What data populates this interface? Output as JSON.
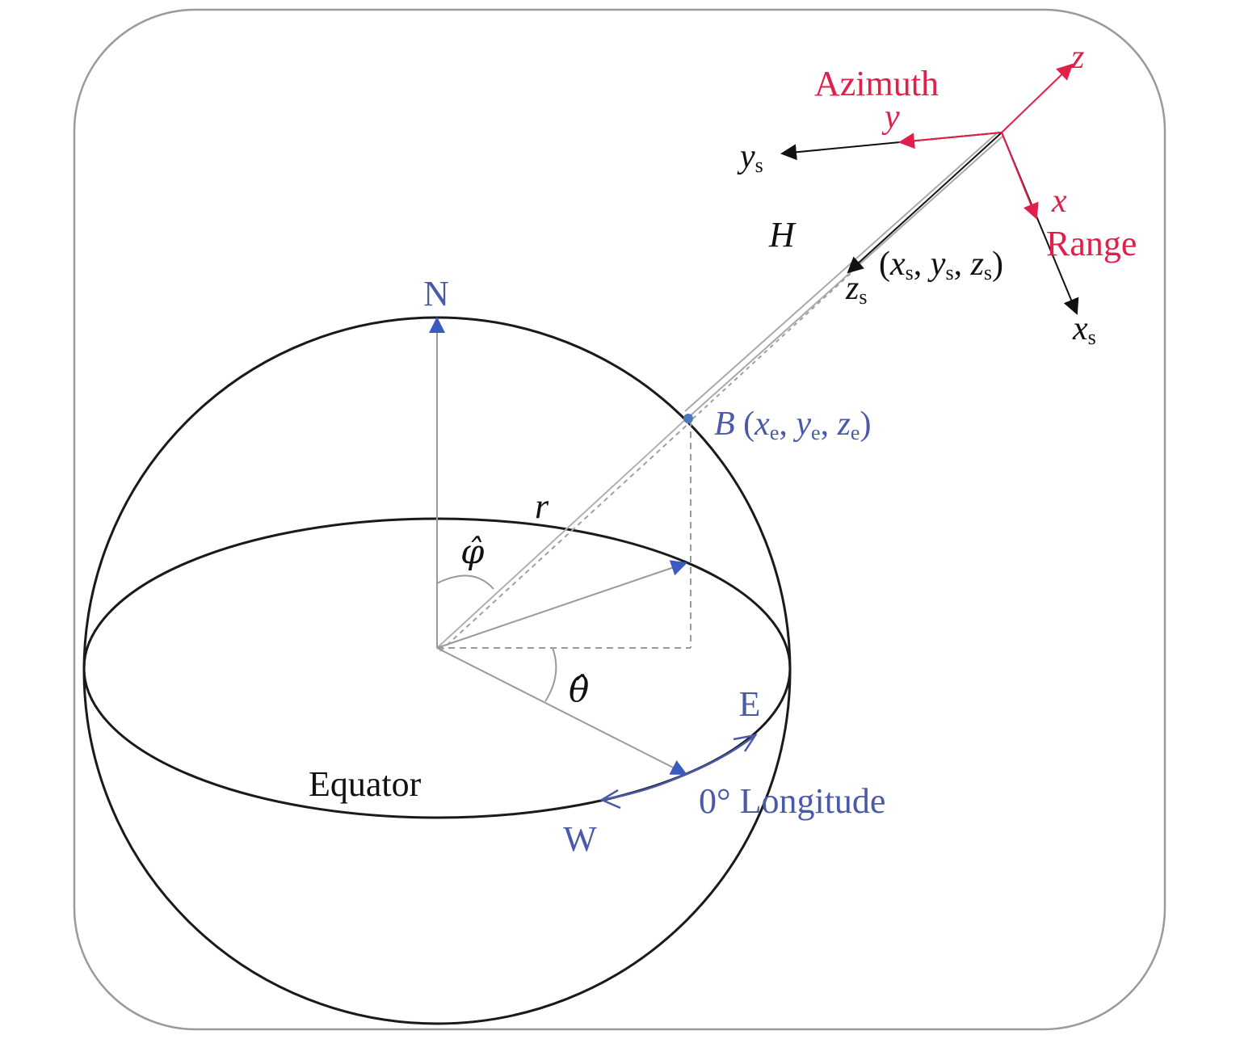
{
  "colors": {
    "frame": "#9a9a9a",
    "sphere": "#1a1a1a",
    "guide": "#a8a8a8",
    "blue": "#4a5aa8",
    "blue_arrow": "#3a5cc0",
    "red": "#e0204a",
    "black_arrow": "#111111"
  },
  "labels": {
    "north": "N",
    "east": "E",
    "west": "W",
    "equator": "Equator",
    "longitude": "0° Longitude",
    "point_b_name": "B",
    "r": "r",
    "H": "H",
    "phi": "φ̂",
    "theta": "θ̂",
    "azimuth": "Azimuth",
    "range": "Range",
    "x_red": "x",
    "y_red": "y",
    "z_red": "z",
    "xs": {
      "base": "x",
      "sub": "s"
    },
    "ys": {
      "base": "y",
      "sub": "s"
    },
    "zs": {
      "base": "z",
      "sub": "s"
    },
    "sat_coord": {
      "open": "(",
      "x": "x",
      "y": "y",
      "z": "z",
      "sub": "s",
      "sep": ", ",
      "close": ")"
    },
    "b_coord": {
      "open": "(",
      "x": "x",
      "y": "y",
      "z": "z",
      "sub": "e",
      "sep": ", ",
      "close": ")"
    }
  }
}
